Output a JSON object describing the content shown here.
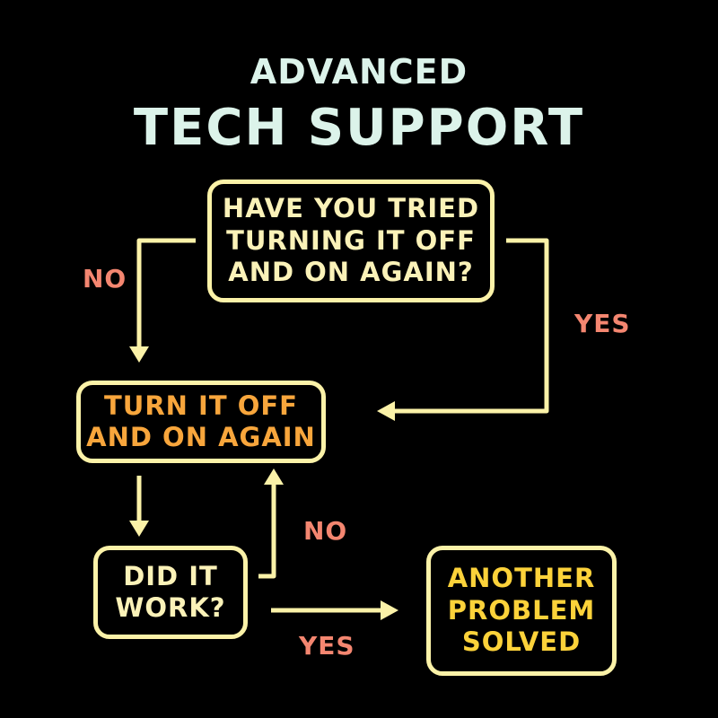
{
  "title": {
    "line1": "ADVANCED",
    "line2": "TECH SUPPORT"
  },
  "nodes": {
    "question": "HAVE YOU TRIED\nTURNING IT OFF\nAND ON AGAIN?",
    "turn": "TURN IT OFF\nAND ON AGAIN",
    "work": "DID IT\nWORK?",
    "solved": "ANOTHER\nPROBLEM\nSOLVED"
  },
  "edge_labels": {
    "q_no": "NO",
    "q_yes": "YES",
    "work_no": "NO",
    "work_yes": "YES"
  },
  "colors": {
    "background": "#000000",
    "title": "#dcf3ea",
    "box_border": "#fbf2a8",
    "arrow": "#fbf2a8",
    "node_text": "#fbf2b8",
    "action_text": "#f8a63c",
    "solved_text": "#fcd23a",
    "edge_label": "#f48670"
  }
}
